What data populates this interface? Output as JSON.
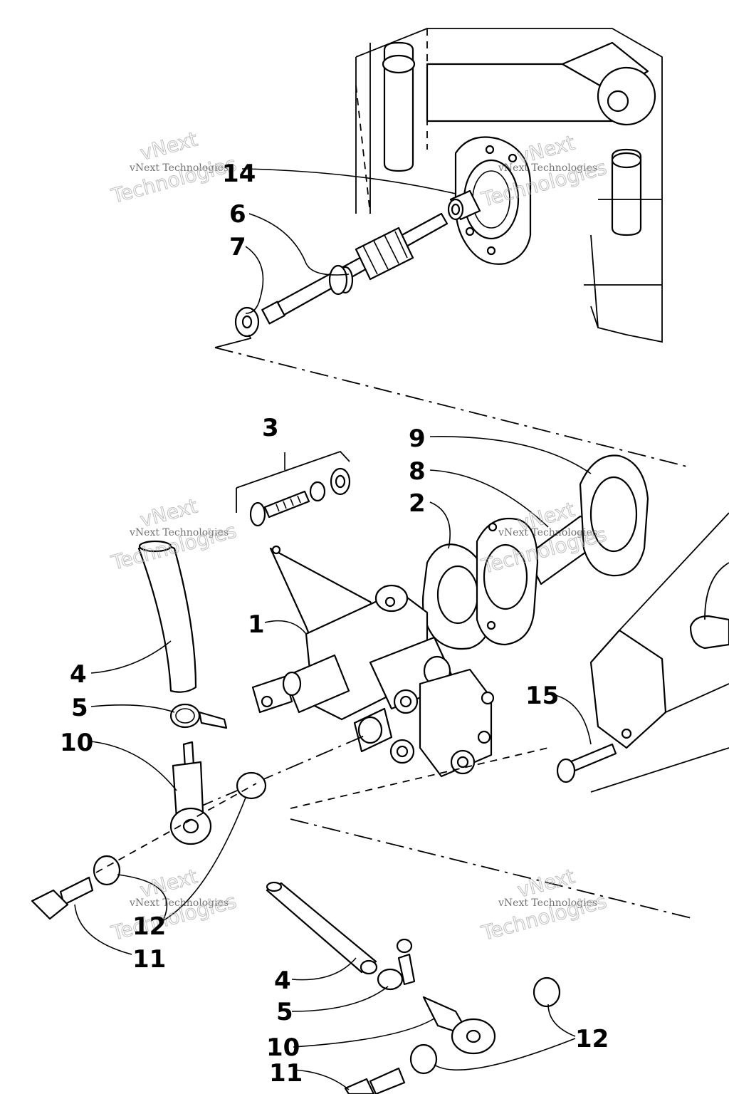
{
  "callouts": [
    "14",
    "6",
    "7",
    "3",
    "9",
    "8",
    "2",
    "1",
    "4",
    "5",
    "10",
    "15",
    "12",
    "11",
    "4",
    "5",
    "10",
    "12",
    "11"
  ],
  "watermark": {
    "line1": "vNext Technologies",
    "line2": "vNext",
    "line3": "Technologies"
  }
}
